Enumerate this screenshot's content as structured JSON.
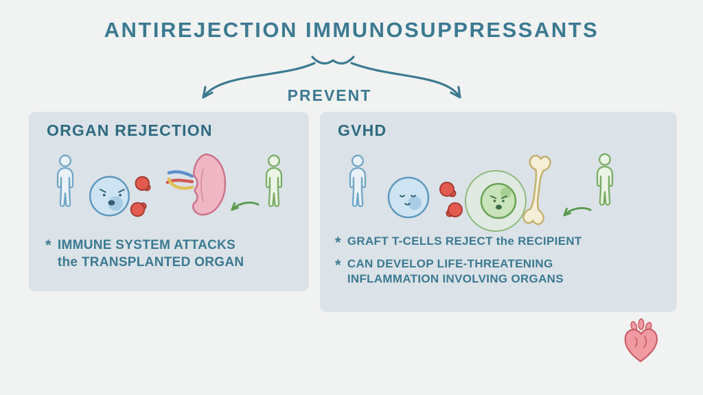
{
  "title": "ANTIREJECTION IMMUNOSUPPRESSANTS",
  "connector": {
    "label": "PREVENT"
  },
  "bullet_marker": "*",
  "panels": {
    "left": {
      "heading": "ORGAN REJECTION",
      "bullets": [
        "IMMUNE SYSTEM ATTACKS the TRANSPLANTED ORGAN"
      ],
      "icons": [
        "recipient-person",
        "immune-cell-with-boxing-gloves",
        "kidney",
        "green-arrow",
        "donor-person"
      ]
    },
    "right": {
      "heading": "GVHD",
      "bullets": [
        "GRAFT T-CELLS REJECT the RECIPIENT",
        "CAN DEVELOP LIFE-THREATENING INFLAMMATION INVOLVING ORGANS"
      ],
      "icons": [
        "recipient-person",
        "host-cell",
        "boxing-gloves",
        "graft-t-cell",
        "bone",
        "green-arrow",
        "donor-person"
      ]
    }
  },
  "logo": {
    "name": "heart-logo"
  },
  "colors": {
    "background": "#f1f2f2",
    "panel": "#dbe2e8",
    "teal_text": "#3b7a91",
    "heading_teal": "#2d6b80",
    "person_blue": "#6fa6c6",
    "person_green": "#79ad65",
    "cell_blue": "#cfe4f3",
    "cell_green": "#c9e3ba",
    "glove_red": "#e35b50",
    "kidney_pink": "#f0b6c3",
    "bone_cream": "#f6efd8",
    "artery_red": "#cf5a52",
    "vein_blue": "#5b8fc9",
    "ureter_yellow": "#e3bf56",
    "heart_pink": "#f09aa2"
  }
}
